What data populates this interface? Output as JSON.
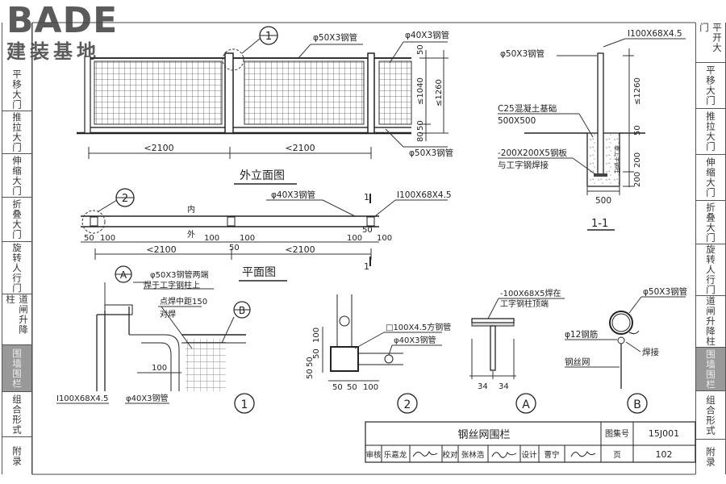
{
  "logo": {
    "en": "BADE",
    "cn": "建装基地"
  },
  "left_tabs": [
    {
      "label": "平移大门",
      "active": false
    },
    {
      "label": "推拉大门",
      "active": false
    },
    {
      "label": "伸缩大门",
      "active": false
    },
    {
      "label": "折叠大门",
      "active": false
    },
    {
      "label": "旋转人行门",
      "active": false
    },
    {
      "label": "道闸升降柱",
      "active": false
    },
    {
      "label": "围墙围栏",
      "active": true
    },
    {
      "label": "组合形式",
      "active": false
    },
    {
      "label": "附录",
      "active": false
    }
  ],
  "right_tabs": [
    {
      "label": "平开大门",
      "active": false
    },
    {
      "label": "平移大门",
      "active": false
    },
    {
      "label": "推拉大门",
      "active": false
    },
    {
      "label": "伸缩大门",
      "active": false
    },
    {
      "label": "折叠大门",
      "active": false
    },
    {
      "label": "旋转人行门",
      "active": false
    },
    {
      "label": "道闸升降柱",
      "active": false
    },
    {
      "label": "围墙围栏",
      "active": true
    },
    {
      "label": "组合形式",
      "active": false
    },
    {
      "label": "附录",
      "active": false
    }
  ],
  "elevation": {
    "title": "外立面图",
    "marker": "1",
    "top_label": "φ50X3钢管",
    "right_top_label": "φ40X3钢管",
    "bottom_label": "φ50X3钢管",
    "span_left": "<2100",
    "span_right": "<2100",
    "dim_top": "50",
    "dim_mid": "≤1040",
    "dim_bot": "50",
    "dim_ground": "80",
    "dim_total": "≤1260"
  },
  "plan": {
    "title": "平面图",
    "marker": "2",
    "label_tube": "φ40X3钢管",
    "label_beam": "I100X68X4.5",
    "inner": "内",
    "outer": "外",
    "section_mark": "1",
    "dims": [
      "50",
      "100",
      "100",
      "50",
      "100",
      "100",
      "50",
      "100"
    ],
    "span_left": "<2100",
    "span_right": "<2100",
    "dim_a": "50",
    "dim_b": "50"
  },
  "section": {
    "title": "1-1",
    "label_top": "φ50X3钢管",
    "label_beam": "I100X68X4.5",
    "label_concrete": "C25混凝土基础",
    "label_size": "500X500",
    "label_plate": "-200X200X5钢板",
    "label_plate2": "与工字钢焊接",
    "label_inner": "基工字钢柱",
    "dim_height": "≤1260",
    "dim_50": "50",
    "dim_200": "200",
    "dim_200b": "200",
    "dim_width": "500"
  },
  "detail1": {
    "marker": "1",
    "marker_a": "A",
    "marker_b": "B",
    "label_tube": "φ50X3钢管两端",
    "label_weld": "焊于工字钢柱上",
    "label_spot": "点焊中距150",
    "label_butt": "对焊",
    "dim": "100",
    "label_beam": "I100X68X4.5",
    "label_tube2": "φ40X3钢管"
  },
  "detail2": {
    "marker": "2",
    "label_square": "□100X4.5方钢管",
    "label_tube": "φ40X3钢管",
    "dim_100": "100",
    "dim_50a": "50",
    "dim_50b": "50",
    "dim_50c": "50",
    "dim_b50a": "50",
    "dim_b50b": "50",
    "dim_b100": "100"
  },
  "detailA": {
    "marker": "A",
    "label_plate": "-100X68X5焊在",
    "label_plate2": "工字钢柱顶端",
    "dim_left": "34",
    "dim_right": "34"
  },
  "detailB": {
    "marker": "B",
    "label_tube": "φ50X3钢管",
    "label_bar": "φ12钢筋",
    "label_weld": "焊接",
    "label_mesh": "钢丝网"
  },
  "title_block": {
    "drawing_title": "钢丝网围栏",
    "atlas_label": "图集号",
    "atlas_no": "15J001",
    "review_label": "审核",
    "reviewer": "乐嘉龙",
    "check_label": "校对",
    "checker": "张林浩",
    "design_label": "设计",
    "designer": "曹宁",
    "page_label": "页",
    "page_no": "102"
  }
}
